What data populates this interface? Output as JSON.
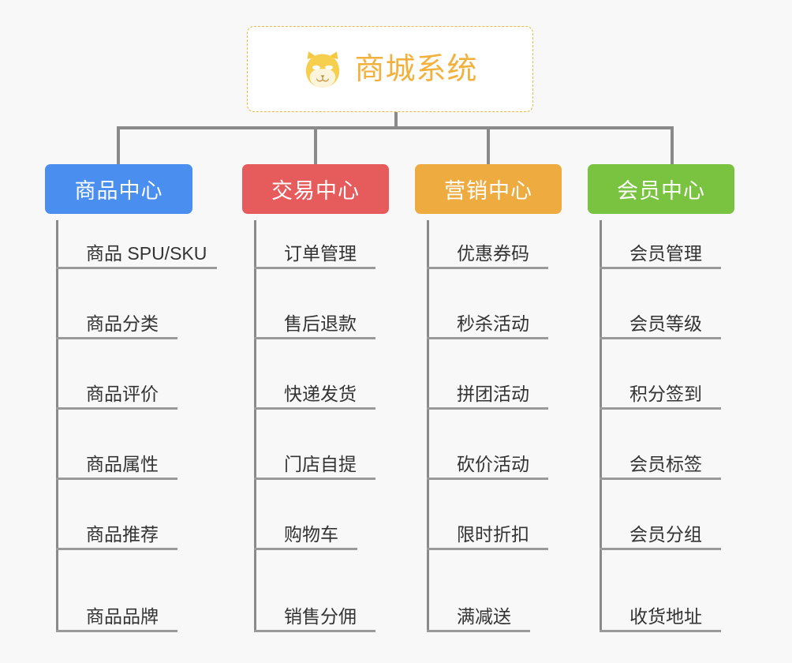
{
  "diagram": {
    "type": "org-tree",
    "background": "#f8f8f8",
    "root": {
      "label": "商城系统",
      "icon": "shiba-dog-icon",
      "text_color": "#f2b13c",
      "border_color": "#f0b63e",
      "background": "#ffffff"
    },
    "columns": [
      {
        "header": "商品中心",
        "color": "#4a8ff0",
        "items": [
          "商品 SPU/SKU",
          "商品分类",
          "商品评价",
          "商品属性",
          "商品推荐",
          "商品品牌"
        ]
      },
      {
        "header": "交易中心",
        "color": "#e65c5c",
        "items": [
          "订单管理",
          "售后退款",
          "快递发货",
          "门店自提",
          "购物车",
          "销售分佣"
        ]
      },
      {
        "header": "营销中心",
        "color": "#eeab40",
        "items": [
          "优惠券码",
          "秒杀活动",
          "拼团活动",
          "砍价活动",
          "限时折扣",
          "满减送"
        ]
      },
      {
        "header": "会员中心",
        "color": "#79c341",
        "items": [
          "会员管理",
          "会员等级",
          "积分签到",
          "会员标签",
          "会员分组",
          "收货地址"
        ]
      }
    ],
    "connector_color": "#8a8a8a",
    "rule_color": "#9a9a9a"
  }
}
